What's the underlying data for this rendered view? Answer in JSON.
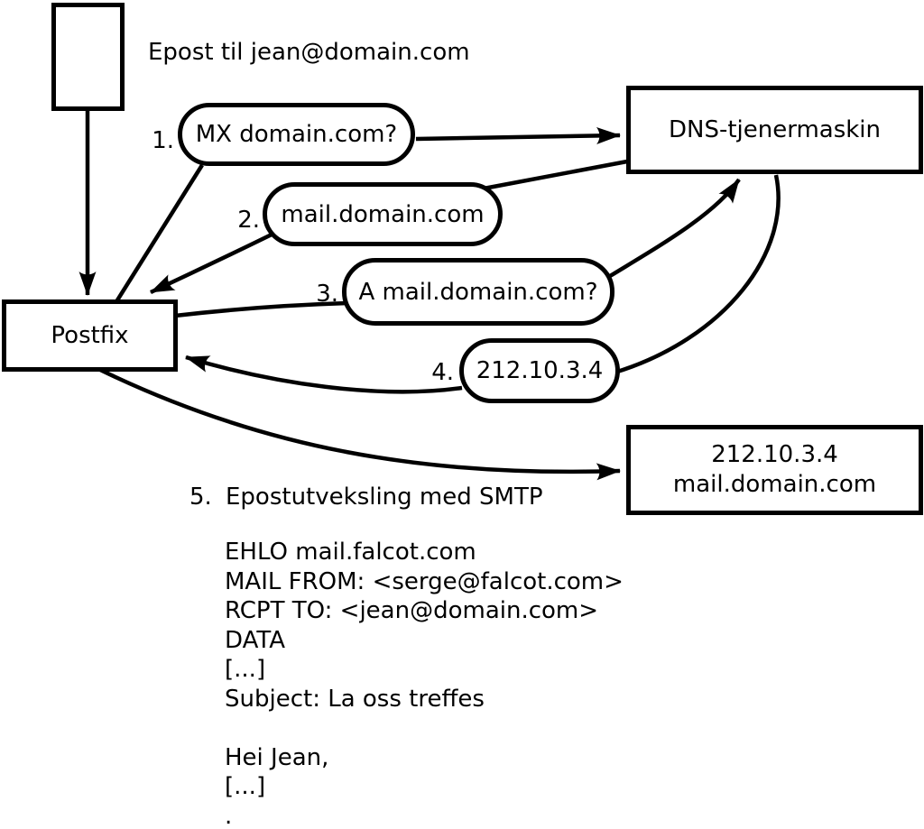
{
  "diagram": {
    "title": "Epost til jean@domain.com",
    "nodes": {
      "postfix": "Postfix",
      "dns_server": "DNS-tjenermaskin",
      "mail_server_ip": "212.10.3.4",
      "mail_server_hostname": "mail.domain.com"
    },
    "steps": [
      {
        "number": "1.",
        "label": "MX domain.com?"
      },
      {
        "number": "2.",
        "label": "mail.domain.com"
      },
      {
        "number": "3.",
        "label": "A mail.domain.com?"
      },
      {
        "number": "4.",
        "label": "212.10.3.4"
      },
      {
        "number": "5.",
        "label": "Epostutveksling med SMTP"
      }
    ],
    "smtp_session": "EHLO mail.falcot.com\nMAIL FROM: <serge@falcot.com>\nRCPT TO: <jean@domain.com>\nDATA\n[...]\nSubject: La oss treffes\n\nHei Jean,\n[...]\n.",
    "colors": {
      "stroke": "#000000",
      "background": "#ffffff"
    }
  }
}
